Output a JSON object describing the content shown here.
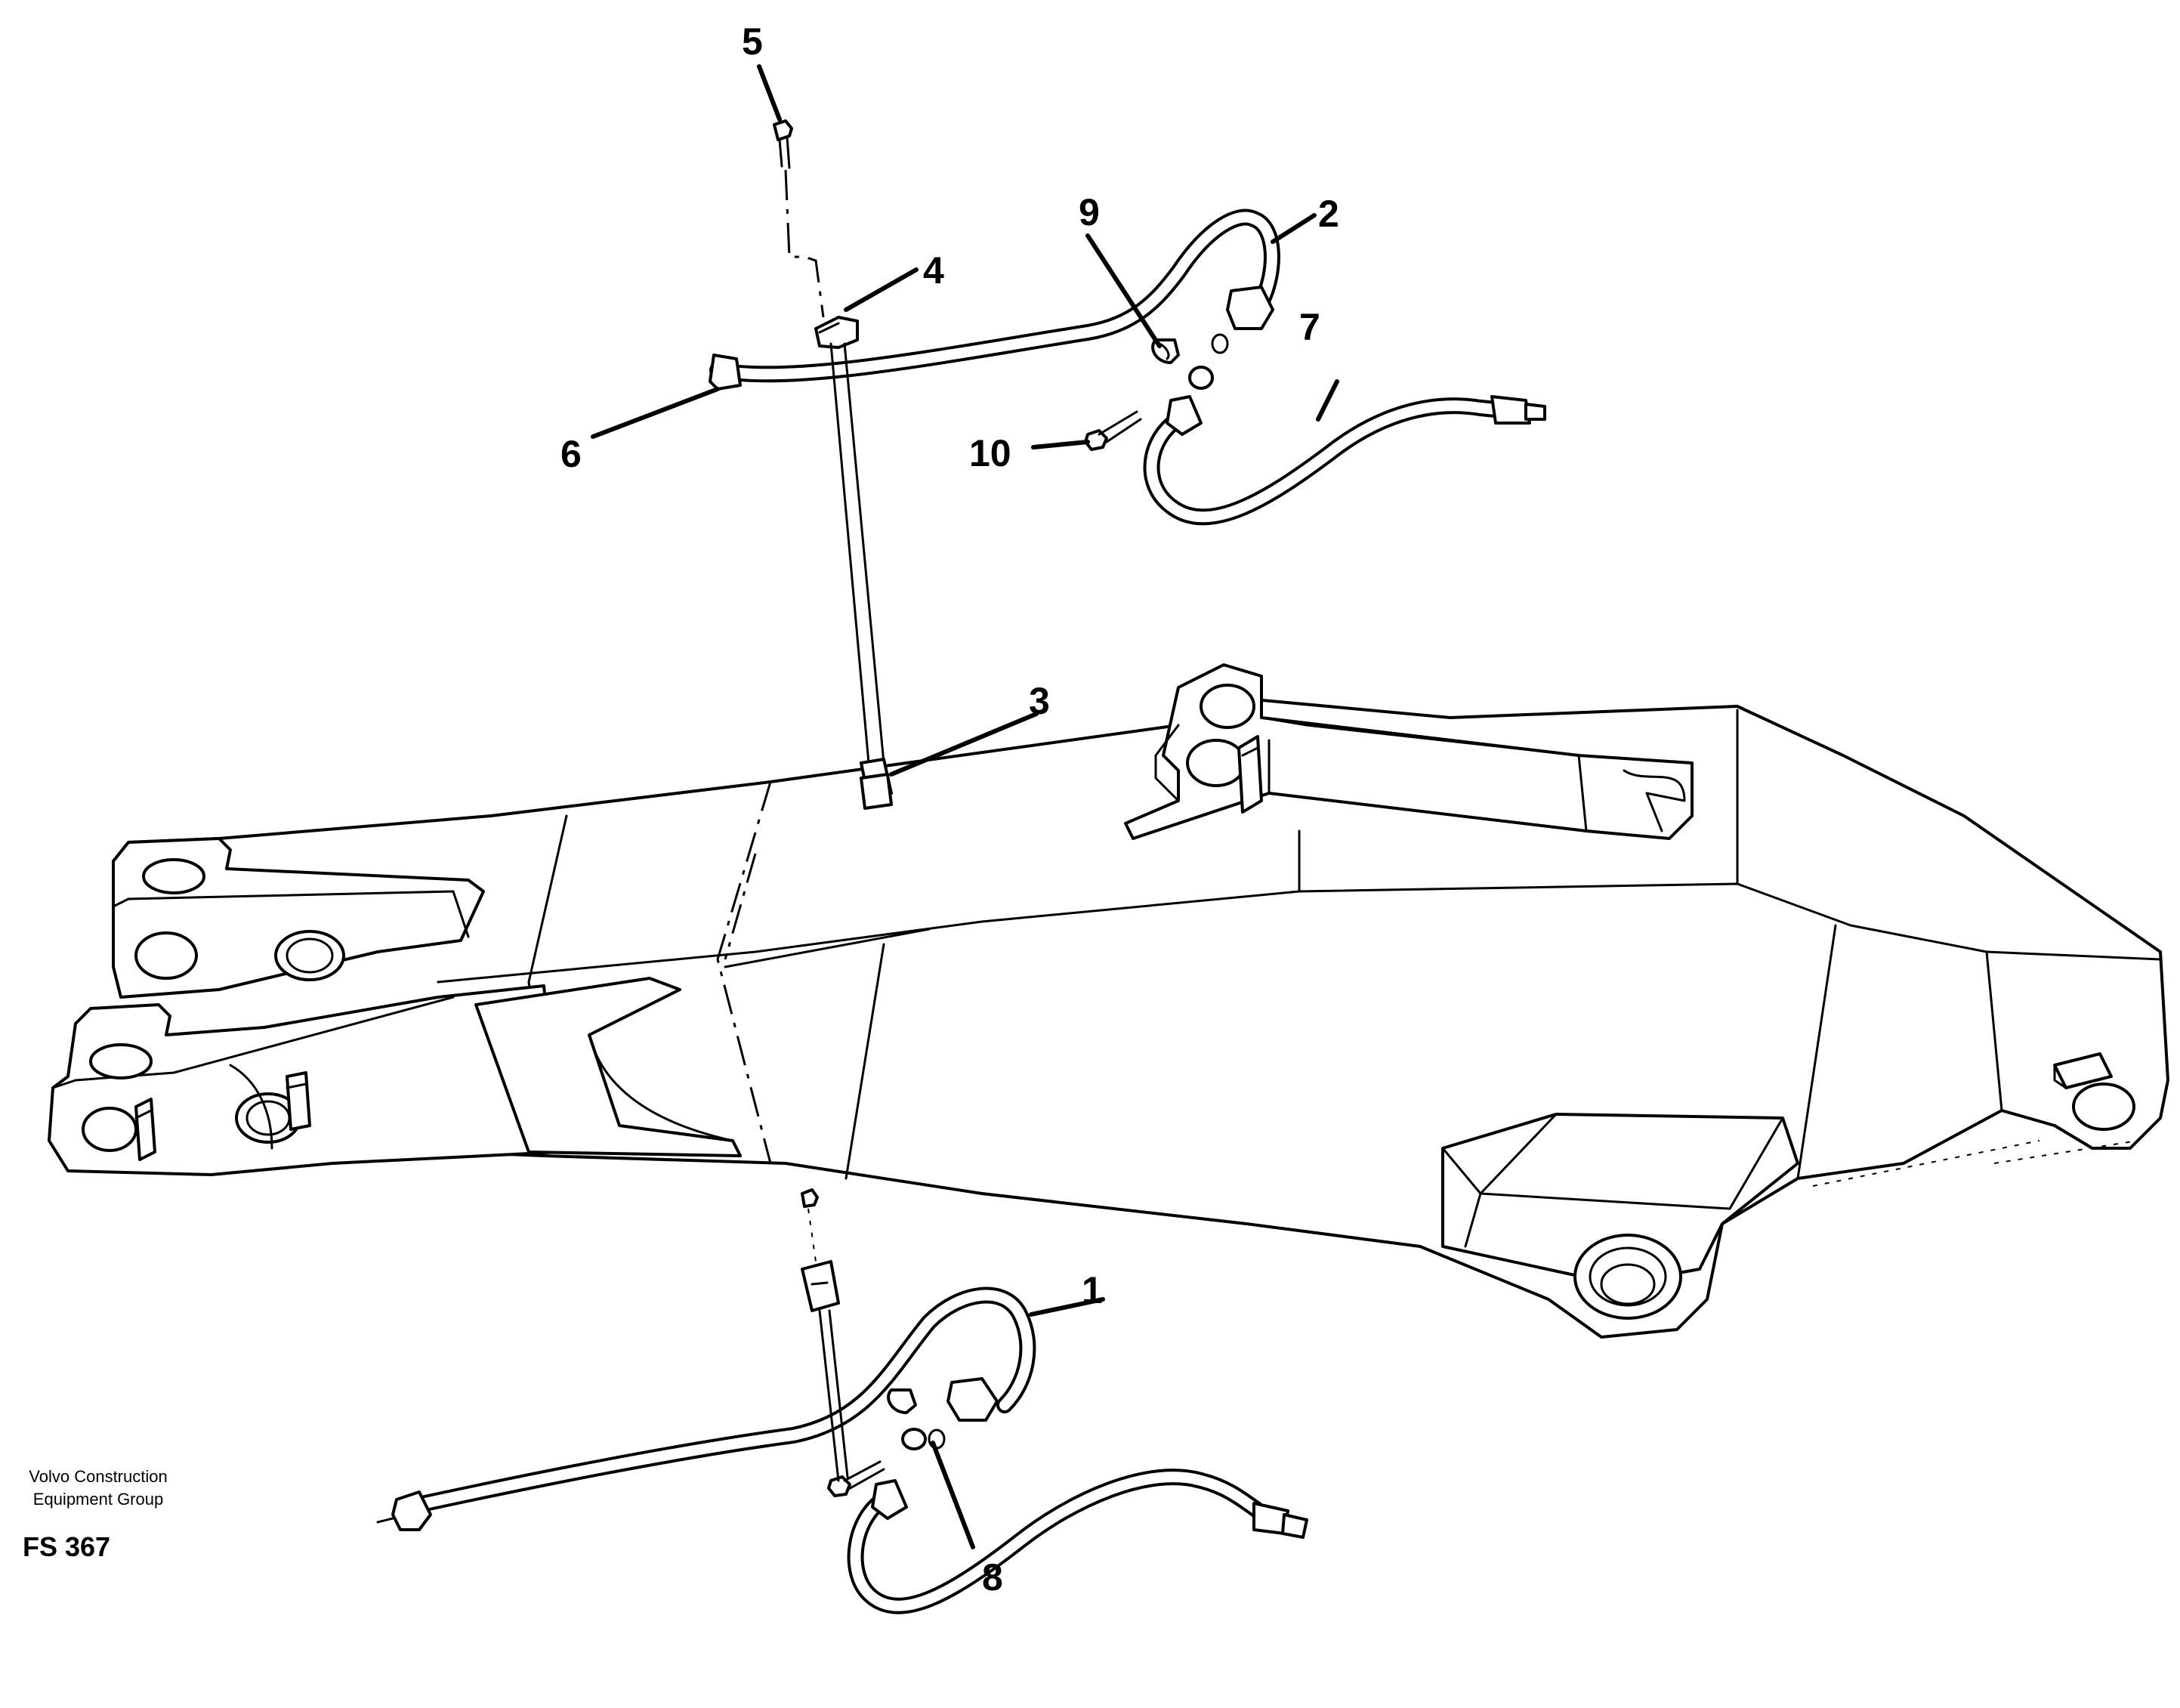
{
  "callouts": [
    {
      "id": "1",
      "label": "1"
    },
    {
      "id": "2",
      "label": "2"
    },
    {
      "id": "3",
      "label": "3"
    },
    {
      "id": "4",
      "label": "4"
    },
    {
      "id": "5",
      "label": "5"
    },
    {
      "id": "6",
      "label": "6"
    },
    {
      "id": "7",
      "label": "7"
    },
    {
      "id": "8",
      "label": "8"
    },
    {
      "id": "9",
      "label": "9"
    },
    {
      "id": "10",
      "label": "10"
    }
  ],
  "caption": {
    "company_line1": "Volvo Construction",
    "company_line2": "Equipment Group",
    "figure_code": "FS 367"
  }
}
